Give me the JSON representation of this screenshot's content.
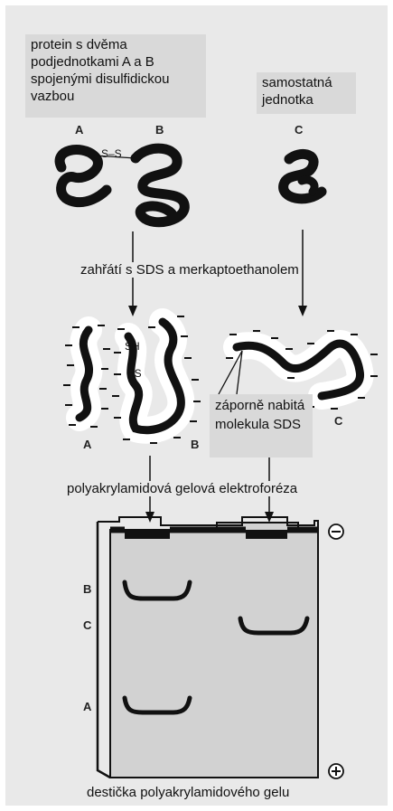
{
  "labels": {
    "protein": "protein s dvěma podjednotkami A a B spojenými disulfidickou vazbou",
    "single": "samostatná jednotka",
    "step1": "zahřátí s SDS a merkaptoethanolem",
    "sds": "záporně nabitá molekula SDS",
    "step2": "polyakrylamidová gelová elektroforéza",
    "gel": "destička polyakrylamidového gelu"
  },
  "letters": {
    "a": "A",
    "b": "B",
    "c": "C",
    "ss": "S–S",
    "sh": "SH",
    "hs": "HS",
    "minus": "−",
    "plus": "+"
  },
  "colors": {
    "panel": "#e9e9e9",
    "box": "#d9d9d9",
    "protein": "#111111",
    "gel": "#d2d2d2"
  }
}
